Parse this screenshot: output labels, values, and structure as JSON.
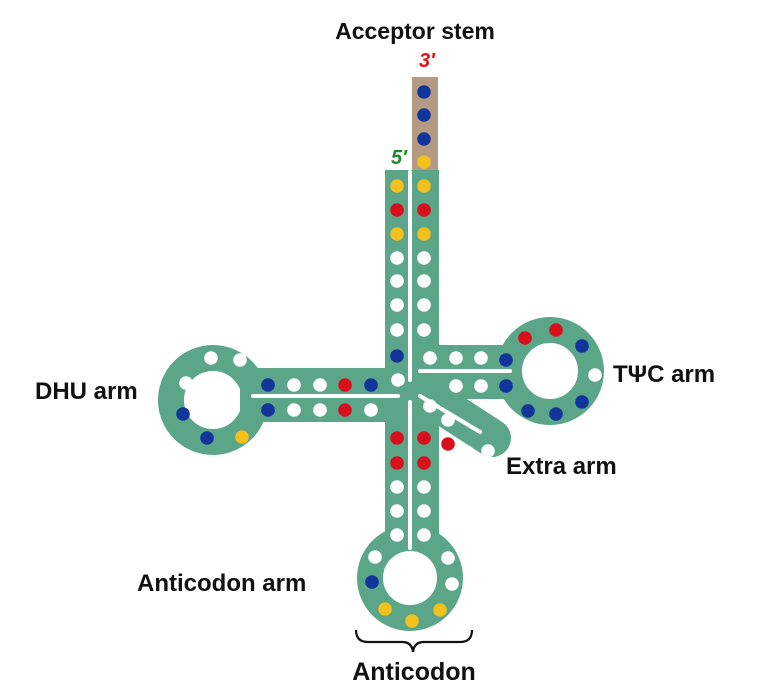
{
  "labels": {
    "acceptor_stem": "Acceptor stem",
    "three_prime": "3′",
    "five_prime": "5′",
    "dhu_arm": "DHU arm",
    "tpsic_arm": "TΨC arm",
    "extra_arm": "Extra arm",
    "anticodon_arm": "Anticodon arm",
    "anticodon": "Anticodon"
  },
  "colors": {
    "backbone": "#5ba589",
    "acceptor_tail": "#b49a82",
    "three_prime": "#e2141c",
    "five_prime": "#1f8a2a",
    "white": "#ffffff",
    "blue": "#11359b",
    "red": "#d8101b",
    "yellow": "#f3c11b"
  }
}
